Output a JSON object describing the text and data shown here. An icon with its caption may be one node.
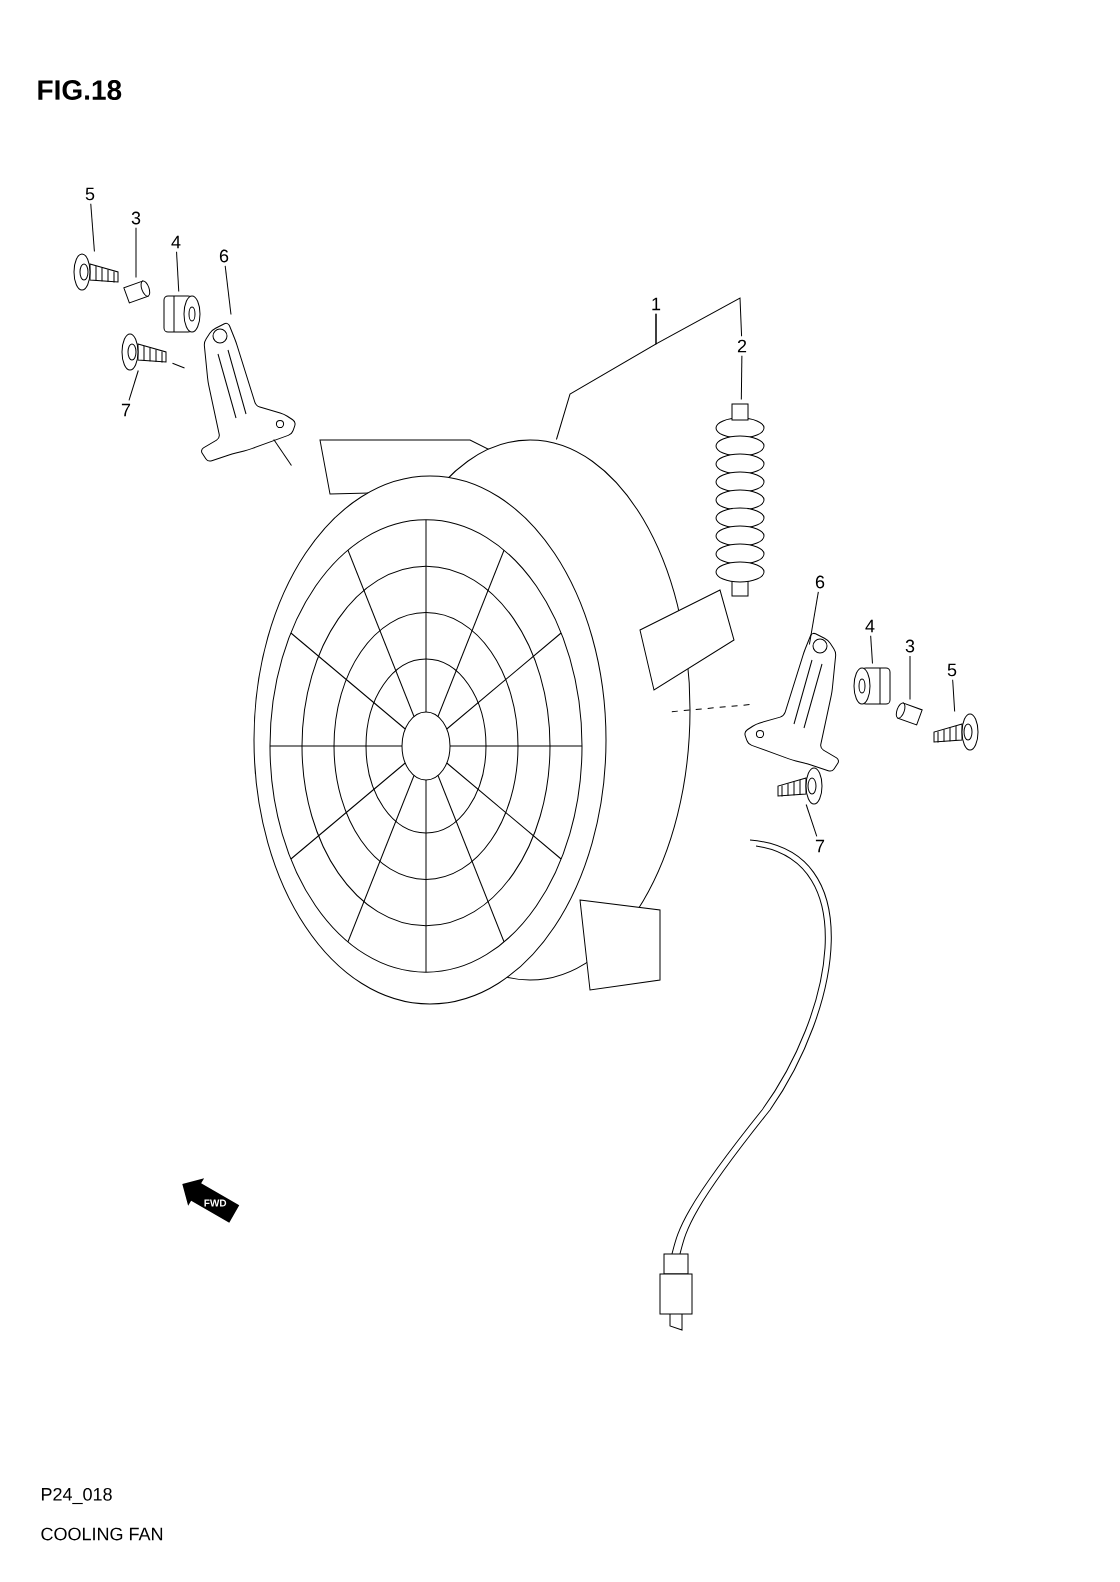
{
  "diagram": {
    "title": "FIG.18",
    "nodes": [
      {
        "text": [
          "5"
        ]
      },
      {
        "text": [
          "3"
        ]
      },
      {
        "text": [
          "4"
        ]
      },
      {
        "text": [
          "6"
        ]
      },
      {
        "text": [
          "7"
        ]
      },
      {
        "text": [
          "1"
        ]
      },
      {
        "text": [
          "2"
        ]
      },
      {
        "text": [
          "6"
        ]
      },
      {
        "text": [
          "4"
        ]
      },
      {
        "text": [
          "3"
        ]
      },
      {
        "text": [
          "5"
        ]
      },
      {
        "text": [
          "7"
        ]
      },
      {
        "text": [],
        "shape": "picture"
      },
      {
        "text": [],
        "shape": "picture"
      },
      {
        "text": [],
        "shape": "picture"
      },
      {
        "text": [],
        "shape": "picture"
      },
      {
        "text": [],
        "shape": "picture"
      },
      {
        "text": [],
        "shape": "picture"
      },
      {
        "text": [],
        "shape": "picture"
      },
      {
        "text": [],
        "shape": "picture"
      },
      {
        "text": [],
        "shape": "picture"
      },
      {
        "text": [],
        "shape": "picture"
      },
      {
        "text": [],
        "shape": "picture"
      },
      {
        "text": [],
        "shape": "picture"
      }
    ],
    "edges": [
      {
        "from": 0,
        "to": 12,
        "arrow": "none"
      },
      {
        "from": 1,
        "to": 13,
        "arrow": "none"
      },
      {
        "from": 2,
        "to": 14,
        "arrow": "none"
      },
      {
        "from": 3,
        "to": 15,
        "arrow": "none"
      },
      {
        "from": 4,
        "to": 16,
        "arrow": "none"
      },
      {
        "from": 5,
        "to": 17,
        "arrow": "none"
      },
      {
        "from": 5,
        "to": 6,
        "arrow": "none"
      },
      {
        "from": 6,
        "to": 18,
        "arrow": "none"
      },
      {
        "from": 7,
        "to": 19,
        "arrow": "none"
      },
      {
        "from": 8,
        "to": 20,
        "arrow": "none"
      },
      {
        "from": 9,
        "to": 21,
        "arrow": "none"
      },
      {
        "from": 10,
        "to": 22,
        "arrow": "none"
      },
      {
        "from": 11,
        "to": 23,
        "arrow": "none"
      },
      {
        "from": 16,
        "to": 15,
        "arrow": "none"
      },
      {
        "from": 15,
        "to": 17,
        "arrow": "none"
      },
      {
        "from": 19,
        "to": 17,
        "arrow": "none",
        "style": "dashed"
      }
    ],
    "labels": [
      "FWD",
      "P24_018",
      "COOLING FAN"
    ]
  }
}
